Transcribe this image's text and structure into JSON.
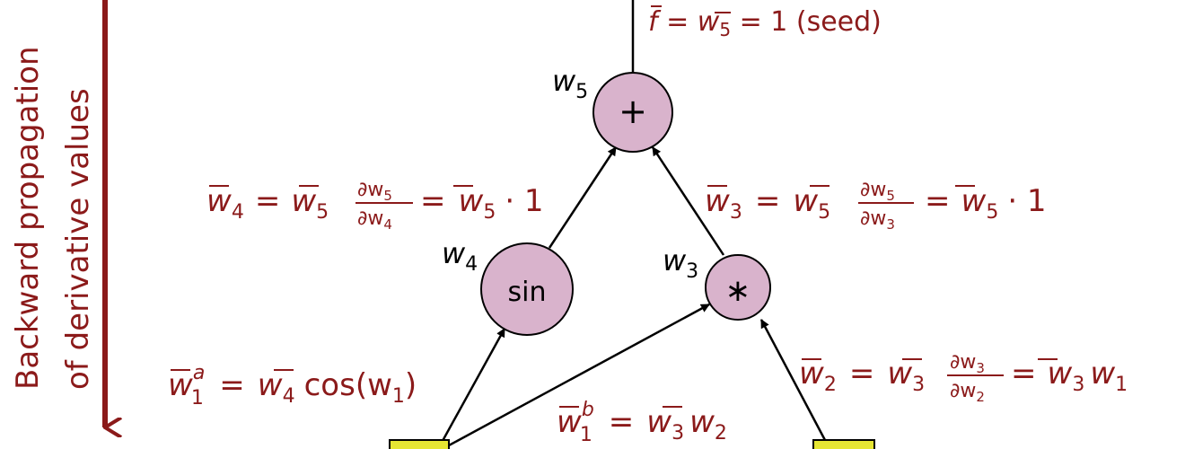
{
  "side_label": {
    "line1": "Backward propagation",
    "line2": "of derivative values"
  },
  "nodes": {
    "w5": {
      "name": "w",
      "sub": "5",
      "op": "+"
    },
    "w4": {
      "name": "w",
      "sub": "4",
      "op": "sin"
    },
    "w3": {
      "name": "w",
      "sub": "3",
      "op": "∗"
    }
  },
  "equations": {
    "seed": {
      "bar": "f",
      "eq1": " = ",
      "bar2": "w",
      "sub2": "5",
      "rest": " = 1 (seed)"
    },
    "w4bar": {
      "lhs_var": "w",
      "lhs_sub": "4",
      "eq": "=",
      "coef_var": "w",
      "coef_sub": "5",
      "num": "∂w",
      "num_sub": "5",
      "den": "∂w",
      "den_sub": "4",
      "eq2": "=",
      "rhs_var": "w",
      "rhs_sub": "5",
      "rhs_tail": "· 1"
    },
    "w3bar": {
      "lhs_var": "w",
      "lhs_sub": "3",
      "eq": "=",
      "coef_var": "w",
      "coef_sub": "5",
      "num": "∂w",
      "num_sub": "5",
      "den": "∂w",
      "den_sub": "3",
      "eq2": "=",
      "rhs_var": "w",
      "rhs_sub": "5",
      "rhs_tail": "· 1"
    },
    "w1a": {
      "lhs_var": "w",
      "lhs_sub": "1",
      "lhs_sup": "a",
      "eq": "=",
      "rhs_var": "w",
      "rhs_sub": "4",
      "rhs_tail": "cos(w",
      "rhs_tail_sub": "1",
      "rhs_close": ")"
    },
    "w2bar": {
      "lhs_var": "w",
      "lhs_sub": "2",
      "eq": "=",
      "coef_var": "w",
      "coef_sub": "3",
      "num": "∂w",
      "num_sub": "3",
      "den": "∂w",
      "den_sub": "2",
      "eq2": "=",
      "rhs_var": "w",
      "rhs_sub": "3",
      "rhs2_var": "w",
      "rhs2_sub": "1"
    },
    "w1b": {
      "lhs_var": "w",
      "lhs_sub": "1",
      "lhs_sup": "b",
      "eq": "=",
      "rhs_var": "w",
      "rhs_sub": "3",
      "rhs2_var": "w",
      "rhs2_sub": "2"
    }
  },
  "colors": {
    "accent": "#8b1a1a",
    "node_fill": "#d9b3cc",
    "input_fill": "#e6e633",
    "edge": "#000000"
  }
}
